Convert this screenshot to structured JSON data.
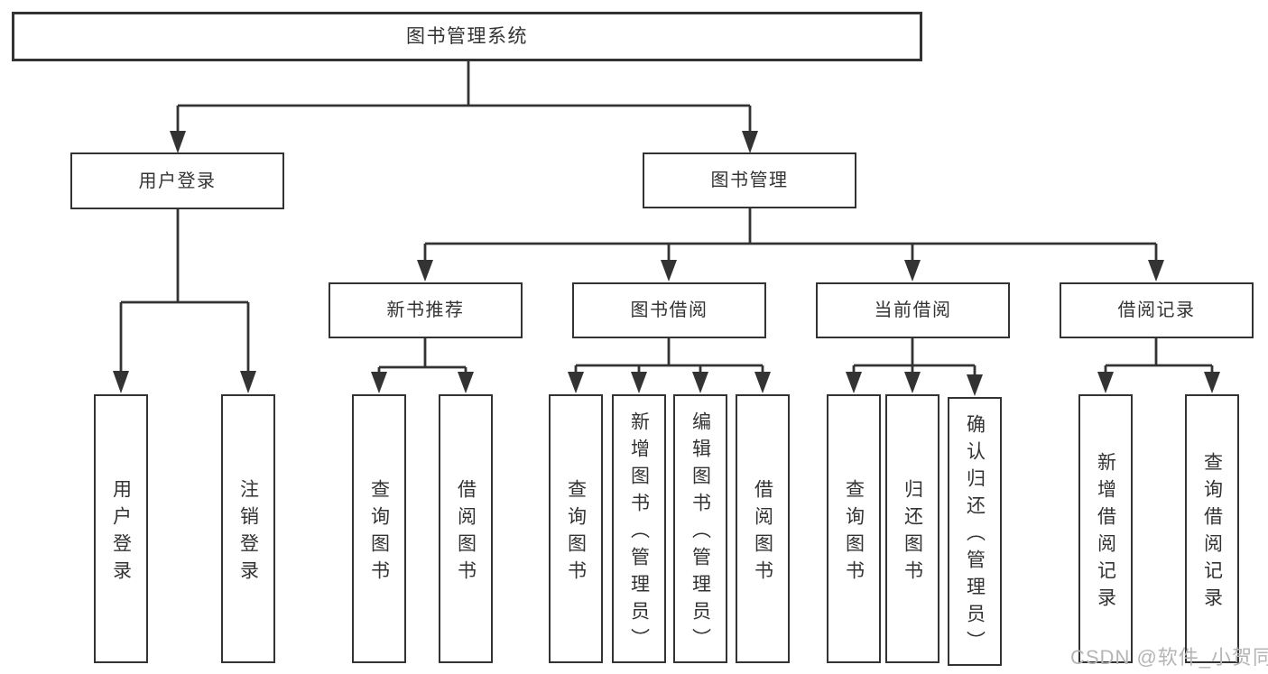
{
  "title": "图书管理系统",
  "watermark": "CSDN @软件_小贺同学",
  "colors": {
    "line": "#333333",
    "box_border": "#333333",
    "text": "#333333",
    "watermark_text": "#b5b5b5",
    "background": "#ffffff"
  },
  "tree": {
    "root": "图书管理系统",
    "branches": [
      {
        "label": "用户登录",
        "leaves": [
          "用户登录",
          "注销登录"
        ]
      },
      {
        "label": "图书管理",
        "children": [
          {
            "label": "新书推荐",
            "leaves": [
              "查询图书",
              "借阅图书"
            ]
          },
          {
            "label": "图书借阅",
            "leaves": [
              "查询图书",
              "新增图书（管理员）",
              "编辑图书（管理员）",
              "借阅图书"
            ]
          },
          {
            "label": "当前借阅",
            "leaves": [
              "查询图书",
              "归还图书",
              "确认归还（管理员）"
            ]
          },
          {
            "label": "借阅记录",
            "leaves": [
              "新增借阅记录",
              "查询借阅记录"
            ]
          }
        ]
      }
    ]
  }
}
